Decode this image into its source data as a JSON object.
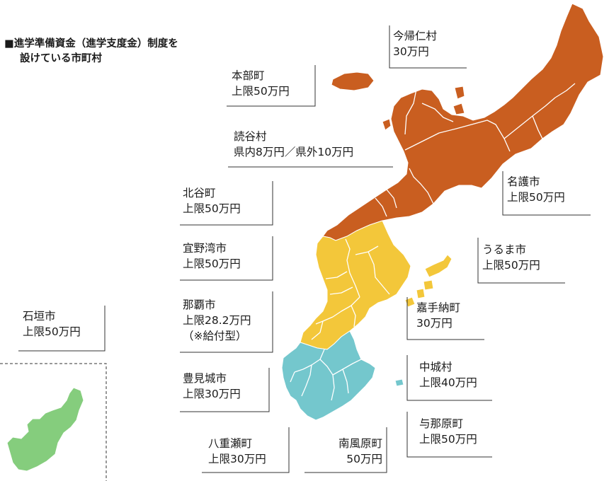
{
  "title": {
    "line1": "■進学準備資金（進学支度金）制度を",
    "line2": "設けている市町村"
  },
  "colors": {
    "north": "#c95e20",
    "central": "#f3c73a",
    "south": "#74c7cd",
    "ishigaki": "#85cd7d",
    "border": "#ffffff",
    "leader": "#333333"
  },
  "municipalities": {
    "nakijin": {
      "name": "今帰仁村",
      "amount": "30万円"
    },
    "motobu": {
      "name": "本部町",
      "amount": "上限50万円"
    },
    "yomitan": {
      "name": "読谷村",
      "amount": "県内8万円／県外10万円"
    },
    "chatan": {
      "name": "北谷町",
      "amount": "上限50万円"
    },
    "ginowan": {
      "name": "宜野湾市",
      "amount": "上限50万円"
    },
    "naha": {
      "name": "那覇市",
      "amount": "上限28.2万円",
      "note": "（※給付型）"
    },
    "tomigusuku": {
      "name": "豊見城市",
      "amount": "上限30万円"
    },
    "yaese": {
      "name": "八重瀬町",
      "amount": "上限30万円"
    },
    "haebaru": {
      "name": "南風原町",
      "amount": "50万円"
    },
    "nago": {
      "name": "名護市",
      "amount": "上限50万円"
    },
    "uruma": {
      "name": "うるま市",
      "amount": "上限50万円"
    },
    "kadena": {
      "name": "嘉手納町",
      "amount": "30万円"
    },
    "nakagusuku": {
      "name": "中城村",
      "amount": "上限40万円"
    },
    "yonabaru": {
      "name": "与那原町",
      "amount": "上限50万円"
    },
    "ishigaki": {
      "name": "石垣市",
      "amount": "上限50万円"
    }
  }
}
